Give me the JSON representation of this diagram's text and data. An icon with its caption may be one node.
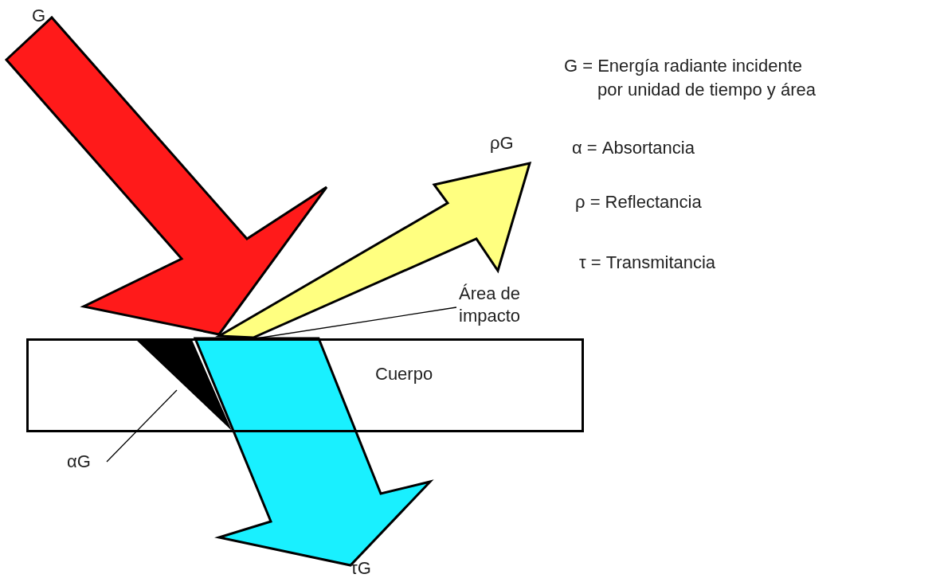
{
  "diagram": {
    "nodes": [
      {
        "text": [
          "Cuerpo"
        ]
      },
      {
        "text": [
          "Área de impacto"
        ]
      },
      {
        "text": [
          "αG"
        ]
      },
      {
        "text": [],
        "shape": "triangle",
        "in": 0
      }
    ],
    "edges": [
      {
        "from": 1,
        "to": 0,
        "arrow": "none"
      },
      {
        "from": 2,
        "to": 3,
        "arrow": "none"
      }
    ],
    "labels": [
      "G",
      "G = Energía radiante incidente por unidad de tiempo y área",
      "ρG",
      "α = Absortancia",
      "ρ = Reflectancia",
      "τ = Transmitancia",
      "τG"
    ]
  }
}
